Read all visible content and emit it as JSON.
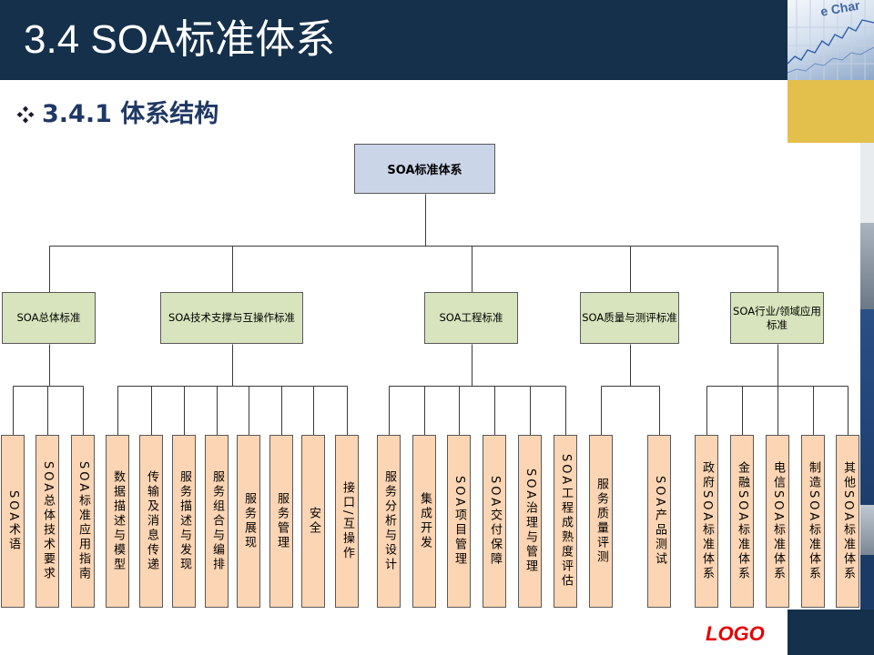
{
  "slide": {
    "title": "3.4 SOA标准体系",
    "subtitle": "3.4.1 体系结构",
    "bullet_icon": "diamond-bullet-icon",
    "photo_caption": "e Char",
    "logo": "LOGO"
  },
  "colors": {
    "header_navy": "#15304b",
    "accent_gold": "#e3c04c",
    "logo_red": "#e60000",
    "root_fill": "#cbd5e8",
    "category_fill": "#d7e4bd",
    "standard_fill": "#fcd5b4"
  },
  "tree": {
    "root": "SOA标准体系",
    "groups": [
      {
        "label": "SOA总体标准",
        "children": [
          "SOA术语",
          "SOA总体技术要求",
          "SOA标准应用指南"
        ]
      },
      {
        "label": "SOA技术支撑与互操作标准",
        "children": [
          "数据描述与模型",
          "传输及消息传递",
          "服务描述与发现",
          "服务组合与编排",
          "服务展现",
          "服务管理",
          "安全",
          "接口/互操作"
        ]
      },
      {
        "label": "SOA工程标准",
        "children": [
          "服务分析与设计",
          "集成开发",
          "SOA项目管理",
          "SOA交付保障",
          "SOA治理与管理",
          "SOA工程成熟度评估"
        ]
      },
      {
        "label": "SOA质量与测评标准",
        "children": [
          "服务质量评测",
          "SOA产品测试"
        ]
      },
      {
        "label": "SOA行业/领域应用标准",
        "children": [
          "政府SOA标准体系",
          "金融SOA标准体系",
          "电信SOA标准体系",
          "制造SOA标准体系",
          "其他SOA标准体系"
        ]
      }
    ]
  }
}
